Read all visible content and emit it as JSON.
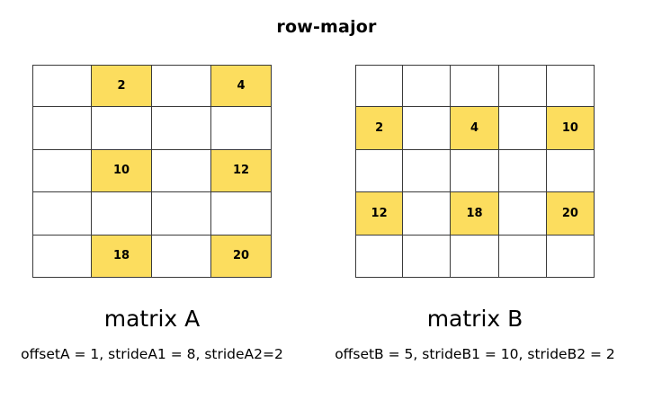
{
  "title": "row-major",
  "matrixA": {
    "label": "matrix A",
    "params": "offsetA = 1, strideA1 = 8, strideA2=2",
    "rows": 5,
    "cols": 4,
    "cells": [
      [
        "",
        "2",
        "",
        "4"
      ],
      [
        "",
        "",
        "",
        ""
      ],
      [
        "",
        "10",
        "",
        "12"
      ],
      [
        "",
        "",
        "",
        ""
      ],
      [
        "",
        "18",
        "",
        "20"
      ]
    ]
  },
  "matrixB": {
    "label": "matrix B",
    "params": "offsetB = 5, strideB1 = 10, strideB2 = 2",
    "rows": 5,
    "cols": 5,
    "cells": [
      [
        "",
        "",
        "",
        "",
        ""
      ],
      [
        "2",
        "",
        "4",
        "",
        "10"
      ],
      [
        "",
        "",
        "",
        "",
        ""
      ],
      [
        "12",
        "",
        "18",
        "",
        "20"
      ],
      [
        "",
        "",
        "",
        "",
        ""
      ]
    ]
  },
  "colors": {
    "highlight": "#fcdd5e",
    "grid_line": "#3a3a3a"
  }
}
